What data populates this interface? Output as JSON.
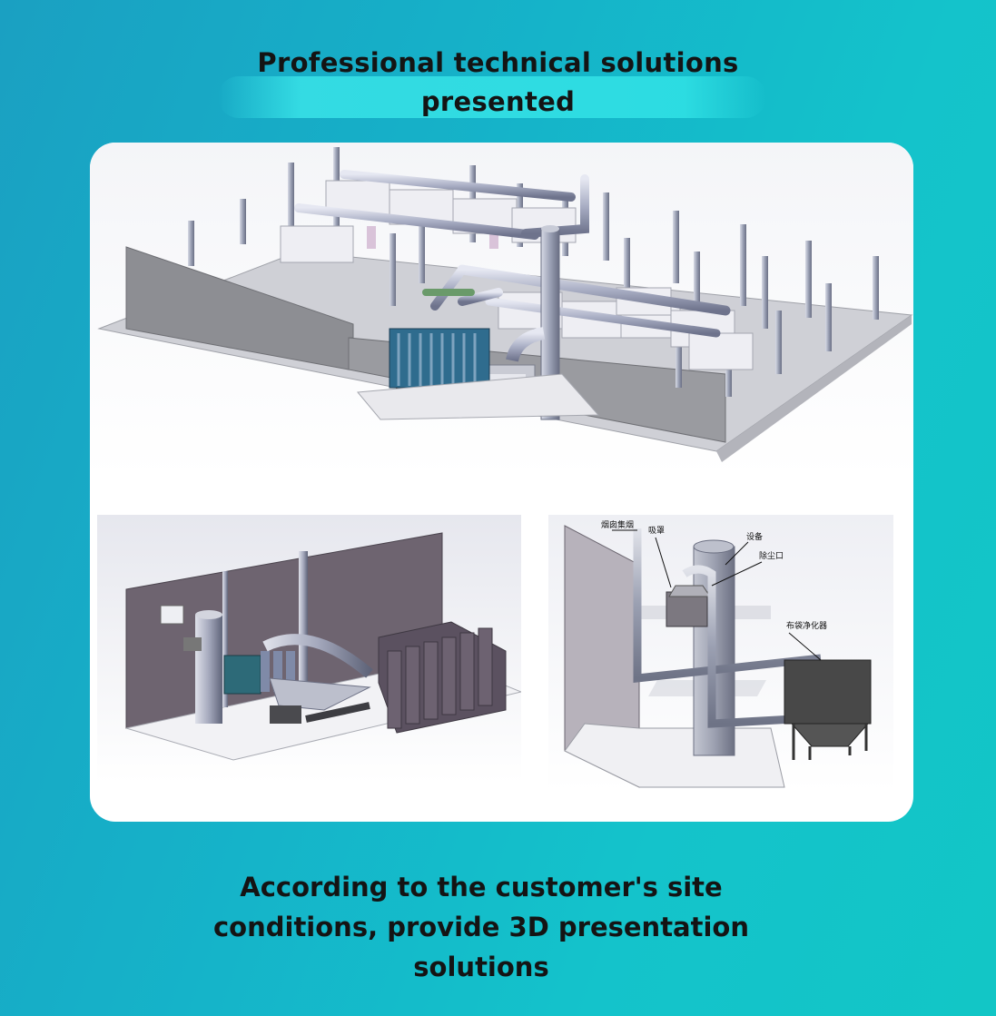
{
  "header": {
    "title_line1": "Professional technical solutions",
    "title_line2": "presented"
  },
  "panels": {
    "top": {
      "icon": "factory-layout-3d-drawing"
    },
    "bottom_left": {
      "icon": "dust-collector-3d-drawing"
    },
    "bottom_right": {
      "icon": "bag-filter-3d-drawing",
      "labels": [
        "烟囱集烟",
        "吸罩",
        "设备",
        "除尘口",
        "布袋净化器"
      ]
    }
  },
  "footer": {
    "line1": "According to the customer's site",
    "line2": "conditions, provide 3D presentation",
    "line3": "solutions"
  },
  "colors": {
    "background": "#15b3c9",
    "pill": "#2fe0e4",
    "card": "#ffffff",
    "text": "#141414"
  }
}
